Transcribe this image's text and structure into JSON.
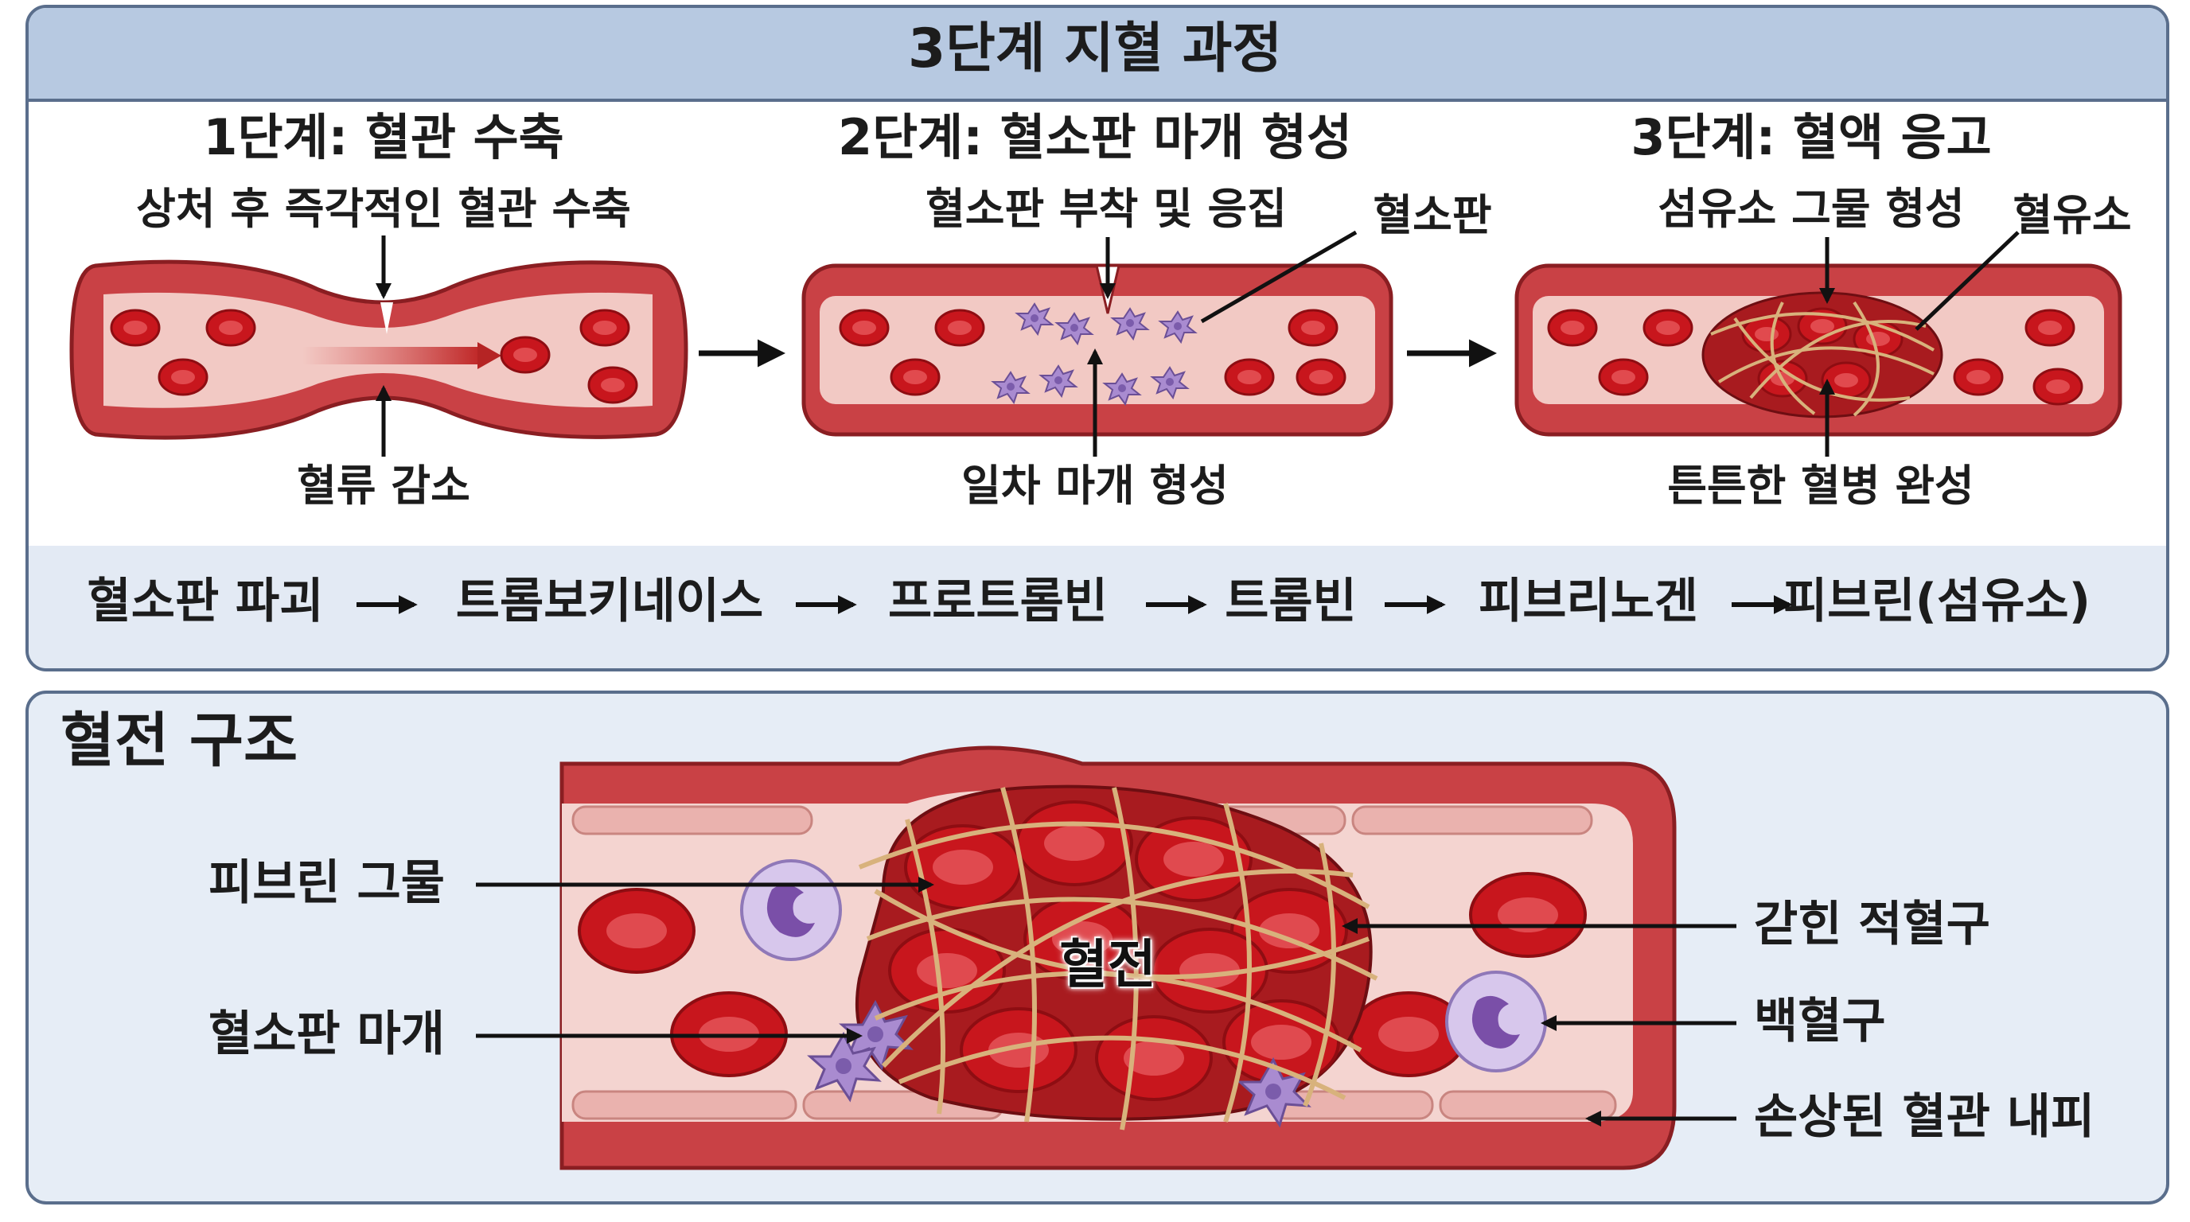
{
  "top_panel": {
    "title": "3단계 지혈 과정",
    "stage1": {
      "title": "1단계: 혈관 수축",
      "subtitle": "상처 후 즉각적인 혈관 수축",
      "bottom_label": "혈류 감소"
    },
    "stage2": {
      "title": "2단계: 혈소판 마개 형성",
      "subtitle": "혈소판 부착 및 응집",
      "side_label": "혈소판",
      "bottom_label": "일차 마개 형성"
    },
    "stage3": {
      "title": "3단계: 혈액 응고",
      "subtitle": "섬유소 그물 형성",
      "side_label": "혈유소",
      "bottom_label": "튼튼한 혈병 완성"
    },
    "cascade": [
      "혈소판 파괴",
      "트롬보키네이스",
      "프로트롬빈",
      "트롬빈",
      "피브리노겐",
      "피브린(섬유소)"
    ]
  },
  "bottom_panel": {
    "title": "혈전 구조",
    "clot_label": "혈전",
    "left_callouts": [
      "피브린 그물",
      "혈소판 마개"
    ],
    "right_callouts": [
      "갇힌 적혈구",
      "백혈구",
      "손상된 혈관 내피"
    ]
  },
  "colors": {
    "title_bar": "#b7c9e1",
    "panel_border": "#5a6e8c",
    "vessel_wall": "#c94145",
    "vessel_lumen": "#f2c9c4",
    "red_blood_cell": "#c8161d",
    "platelet": "#a98bd0",
    "fibrin": "#d8b27c",
    "white_blood_cell": "#c9b6e3"
  }
}
